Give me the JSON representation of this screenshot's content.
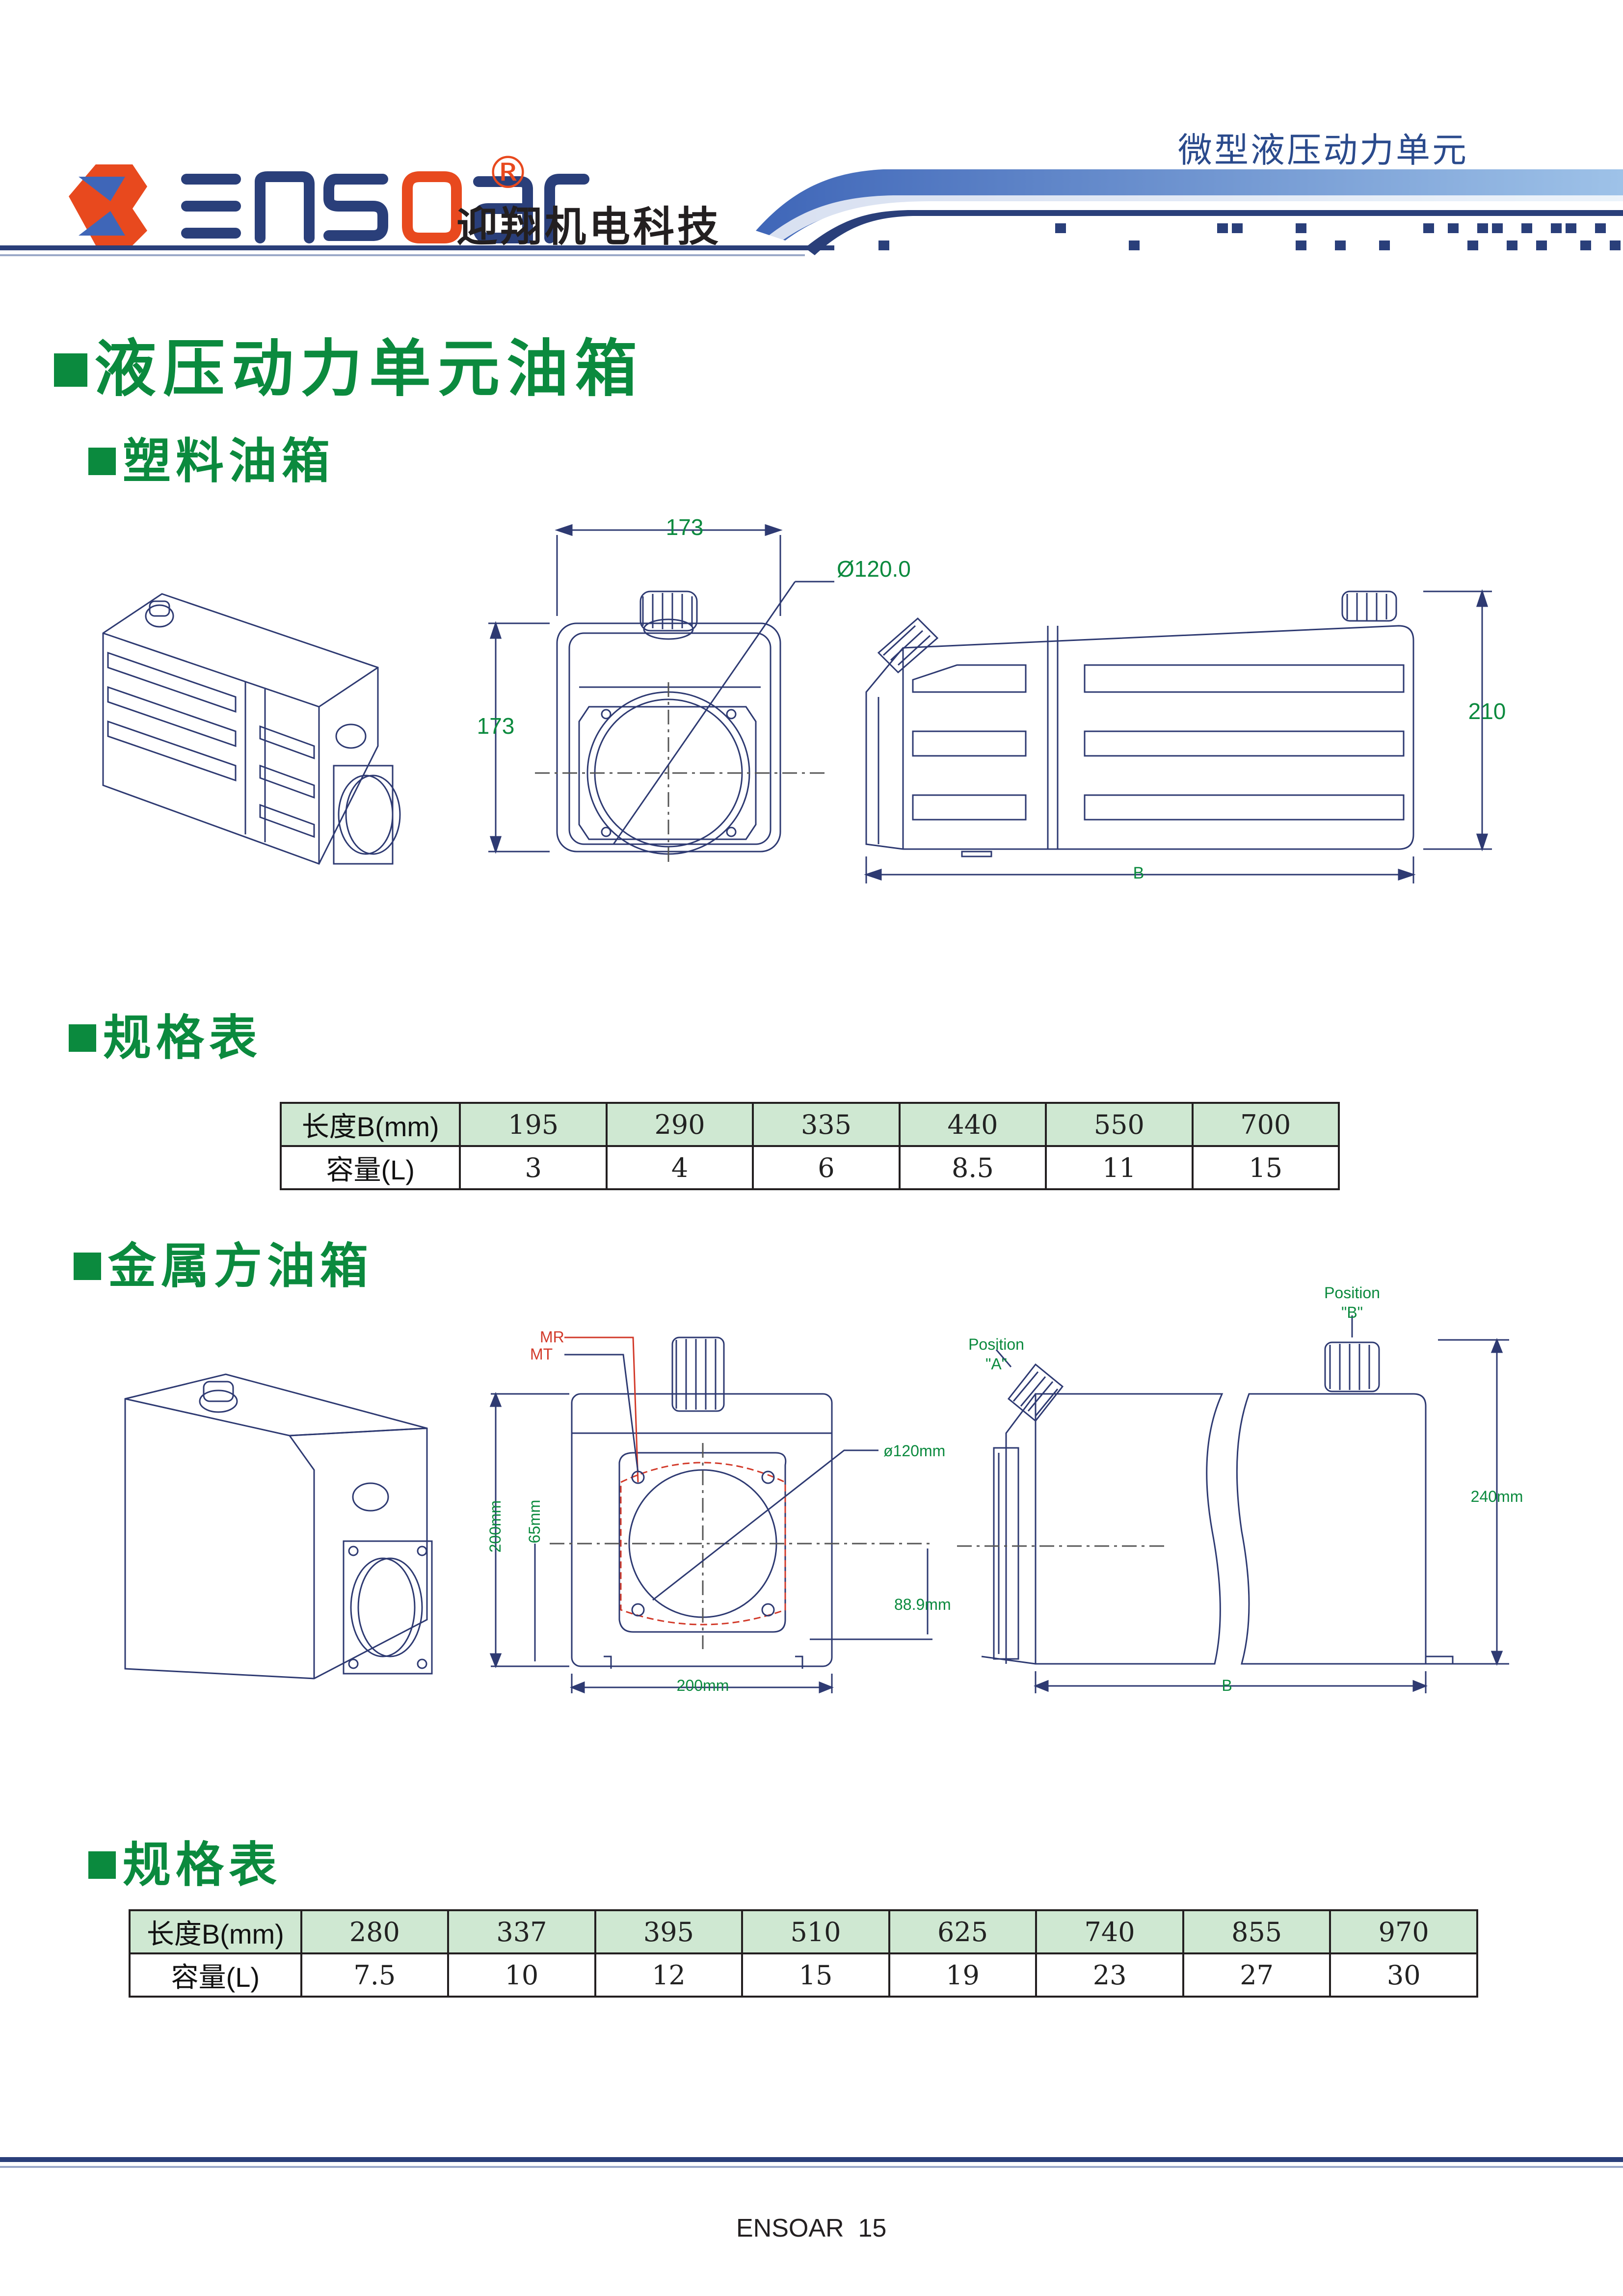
{
  "header": {
    "logo_text": "ensoar",
    "logo_reg": "®",
    "company_cn": "迎翔机电科技",
    "title": "微型液压动力单元"
  },
  "main_title": "液压动力单元油箱",
  "plastic": {
    "heading": "塑料油箱",
    "drawing": {
      "dim_width": "173",
      "dim_height": "173",
      "dim_diameter": "Ø120.0",
      "dim_side_height": "210",
      "dim_length": "B"
    },
    "spec_heading": "规格表",
    "table": {
      "row1_label": "长度B(mm)",
      "row2_label": "容量(L)",
      "lengths": [
        "195",
        "290",
        "335",
        "440",
        "550",
        "700"
      ],
      "capacities": [
        "3",
        "4",
        "6",
        "8.5",
        "11",
        "15"
      ]
    }
  },
  "metal": {
    "heading": "金属方油箱",
    "drawing": {
      "mr": "MR",
      "mt": "MT",
      "dim_200_v": "200mm",
      "dim_65": "65mm",
      "dim_diameter": "ø120mm",
      "dim_889": "88.9mm",
      "dim_200_h": "200mm",
      "pos_a_1": "Position",
      "pos_a_2": "\"A\"",
      "pos_b_1": "Position",
      "pos_b_2": "\"B\"",
      "dim_240": "240mm",
      "dim_length": "B"
    },
    "spec_heading": "规格表",
    "table": {
      "row1_label": "长度B(mm)",
      "row2_label": "容量(L)",
      "lengths": [
        "280",
        "337",
        "395",
        "510",
        "625",
        "740",
        "855",
        "970"
      ],
      "capacities": [
        "7.5",
        "10",
        "12",
        "15",
        "19",
        "23",
        "27",
        "30"
      ]
    }
  },
  "footer": {
    "text": "ENSOAR  15"
  },
  "colors": {
    "green": "#0b8a3e",
    "navy": "#2a3f7a",
    "accent_orange": "#e8491e",
    "table_header_bg": "#cfe8d2"
  }
}
